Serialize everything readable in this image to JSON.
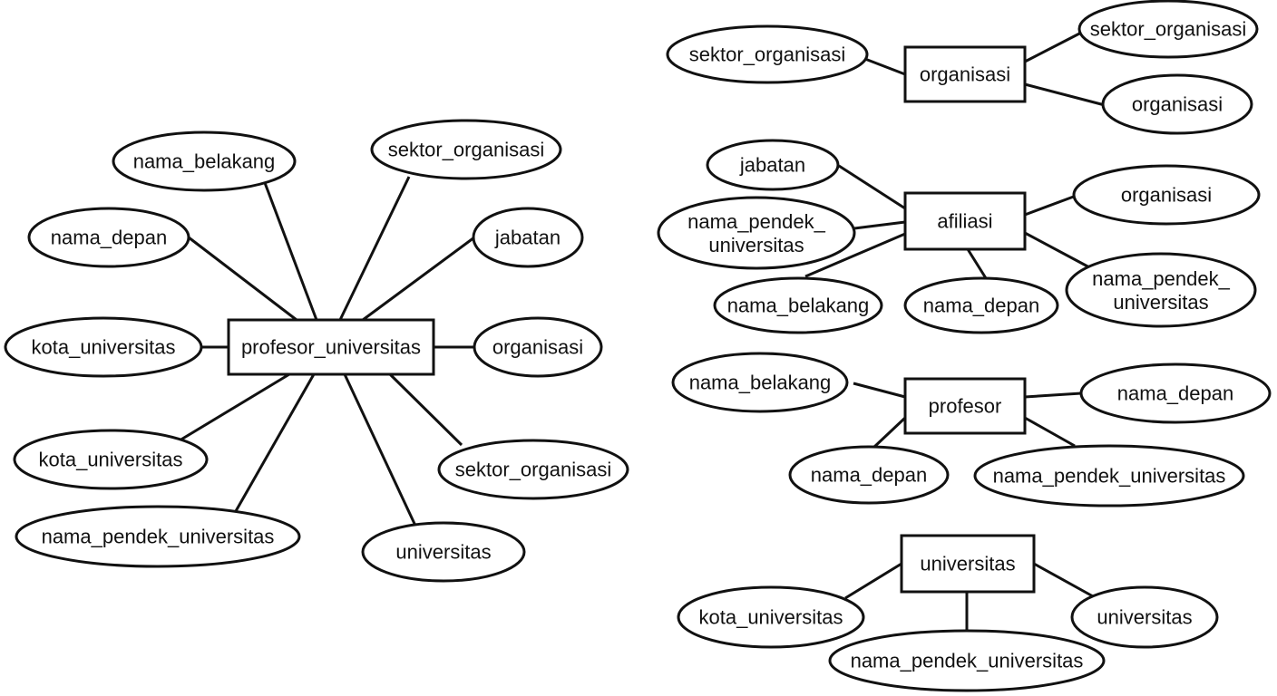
{
  "diagram": {
    "type": "er-diagram",
    "entities": [
      {
        "id": "profesor_universitas",
        "name": "profesor_universitas",
        "attributes": [
          "nama_belakang",
          "sektor_organisasi",
          "nama_depan",
          "jabatan",
          "kota_universitas",
          "organisasi",
          "kota_universitas",
          "sektor_organisasi",
          "nama_pendek_universitas",
          "universitas"
        ]
      },
      {
        "id": "organisasi",
        "name": "organisasi",
        "attributes": [
          "sektor_organisasi",
          "sektor_organisasi",
          "organisasi"
        ]
      },
      {
        "id": "afiliasi",
        "name": "afiliasi",
        "attributes": [
          "jabatan",
          "organisasi",
          "nama_pendek_\nuniversitas",
          "nama_belakang",
          "nama_depan",
          "nama_pendek_\nuniversitas"
        ]
      },
      {
        "id": "profesor",
        "name": "profesor",
        "attributes": [
          "nama_belakang",
          "nama_depan",
          "nama_depan",
          "nama_pendek_universitas"
        ]
      },
      {
        "id": "universitas",
        "name": "universitas",
        "attributes": [
          "kota_universitas",
          "universitas",
          "nama_pendek_universitas"
        ]
      }
    ]
  }
}
